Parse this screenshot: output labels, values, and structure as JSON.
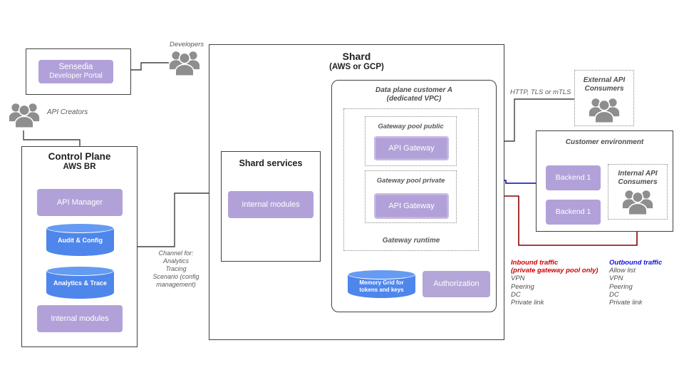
{
  "colors": {
    "purple": "#b2a1d9",
    "cylinder_blue": "#4e86ec",
    "wire_dark": "#404040",
    "inbound_red": "#8b0000",
    "outbound_blue": "#0000cc"
  },
  "portal": {
    "line1": "Sensedia",
    "line2": "Developer Portal"
  },
  "actors": {
    "developers": "Developers",
    "api_creators": "API Creators",
    "external_consumers": [
      "External API",
      "Consumers"
    ],
    "internal_consumers": [
      "Internal API",
      "Consumers"
    ]
  },
  "control_plane": {
    "title": "Control Plane",
    "subtitle": "AWS BR",
    "api_manager": "API Manager",
    "audit_config": "Audit & Config",
    "analytics_trace": "Analytics & Trace",
    "internal_modules": "Internal modules"
  },
  "channel_note": {
    "lines": [
      "Channel  for:",
      "Analytics",
      "Tracing",
      "Scenario (config",
      "management)"
    ]
  },
  "shard": {
    "title": "Shard",
    "subtitle": "(AWS or GCP)"
  },
  "shard_services": {
    "title": "Shard services",
    "internal_modules": "Internal modules"
  },
  "data_plane": {
    "title": "Data plane customer A",
    "subtitle": "(dedicated VPC)",
    "pool_public": "Gateway pool public",
    "api_gateway_public": "API Gateway",
    "pool_private": "Gateway pool private",
    "api_gateway_private": "API Gateway",
    "gateway_runtime": "Gateway runtime",
    "memory_grid": [
      "Memory Grid for",
      "tokens and keys"
    ],
    "authorization": "Authorization"
  },
  "labels": {
    "http": "HTTP, TLS or mTLS"
  },
  "customer_env": {
    "title": "Customer environment",
    "backend_1": "Backend 1",
    "backend_2": "Backend 1"
  },
  "legend": {
    "inbound": {
      "title": "Inbound traffic",
      "subtitle": "(private gateway pool only)",
      "items": [
        "VPN",
        "Peering",
        "DC",
        "Private link"
      ]
    },
    "outbound": {
      "title": "Outbound traffic",
      "items": [
        "Allow list",
        "VPN",
        "Peering",
        "DC",
        "Private link"
      ]
    }
  }
}
